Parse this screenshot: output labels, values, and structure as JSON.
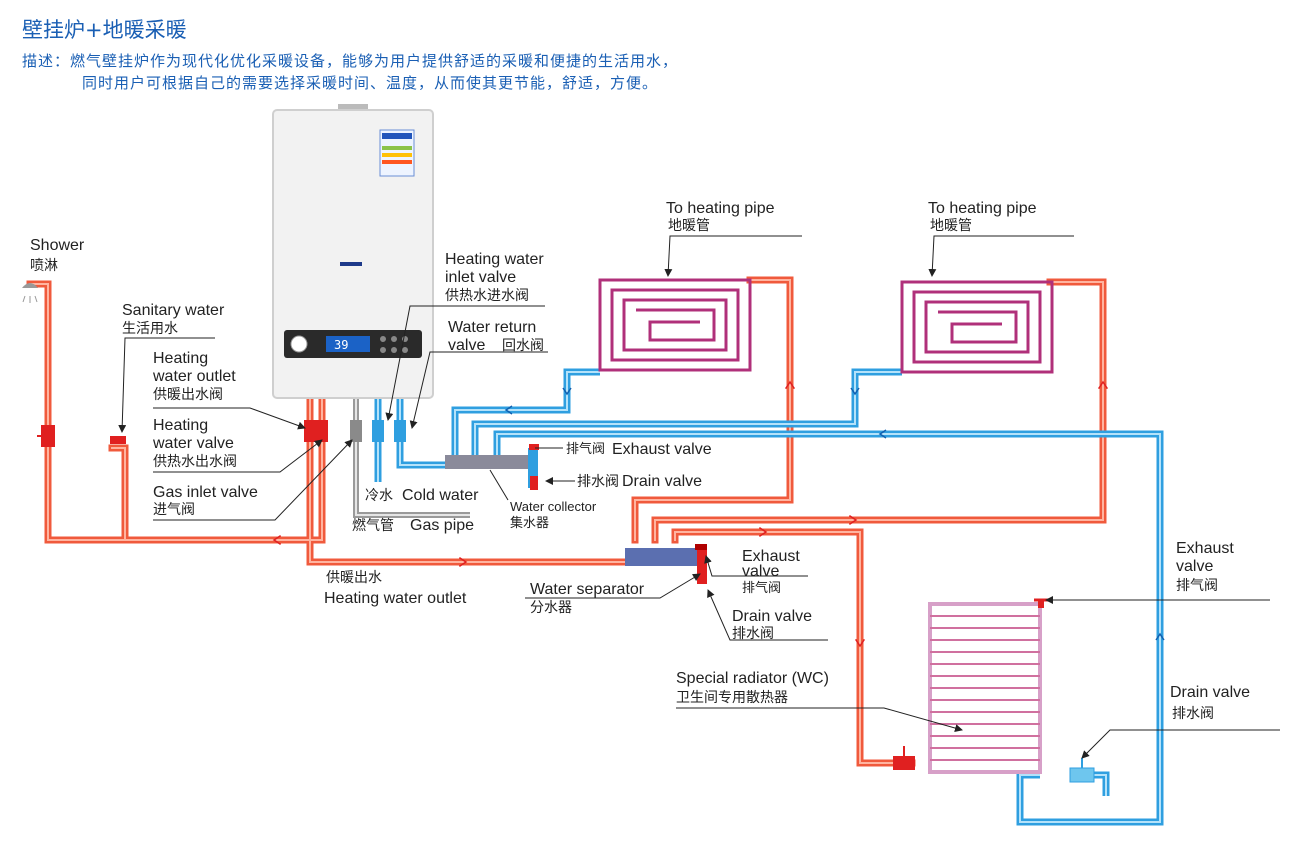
{
  "title": "壁挂炉+地暖采暖",
  "description": {
    "line1": "描述：燃气壁挂炉作为现代化优化采暖设备，能够为用户提供舒适的采暖和便捷的生活用水，",
    "line2": "同时用户可根据自己的需要选择采暖时间、温度，从而使其更节能，舒适，方便。"
  },
  "boiler": {
    "display": "39"
  },
  "labels": {
    "shower": {
      "en": "Shower",
      "zh": "喷淋"
    },
    "sanitary_water": {
      "en": "Sanitary water",
      "zh": "生活用水"
    },
    "heating_water_outlet": {
      "en1": "Heating",
      "en2": "water outlet",
      "zh": "供暖出水阀"
    },
    "heating_water_valve": {
      "en1": "Heating",
      "en2": "water valve",
      "zh": "供热水出水阀"
    },
    "gas_inlet_valve": {
      "en": "Gas inlet valve",
      "zh": "进气阀"
    },
    "heating_water_inlet_valve": {
      "en1": "Heating water",
      "en2": "inlet valve",
      "zh": "供热水进水阀"
    },
    "water_return_valve": {
      "en1": "Water return",
      "en2": "valve",
      "zh": "回水阀"
    },
    "cold_water": {
      "zh": "冷水",
      "en": "Cold water"
    },
    "gas_pipe": {
      "zh": "燃气管",
      "en": "Gas pipe"
    },
    "exhaust_valve_top": {
      "zh": "排气阀",
      "en": "Exhaust valve"
    },
    "drain_valve_top": {
      "zh": "排水阀",
      "en": "Drain valve"
    },
    "water_collector": {
      "en": "Water collector",
      "zh": "集水器"
    },
    "heating_pipe_1": {
      "en": "To heating pipe",
      "zh": "地暖管"
    },
    "heating_pipe_2": {
      "en": "To heating pipe",
      "zh": "地暖管"
    },
    "heating_outlet_bottom": {
      "zh": "供暖出水",
      "en": "Heating water outlet"
    },
    "water_separator": {
      "en": "Water separator",
      "zh": "分水器"
    },
    "exhaust_valve_mid": {
      "en1": "Exhaust",
      "en2": "valve",
      "zh": "排气阀"
    },
    "drain_valve_mid": {
      "en": "Drain valve",
      "zh": "排水阀"
    },
    "special_radiator": {
      "en": "Special radiator (WC)",
      "zh": "卫生间专用散热器"
    },
    "exhaust_valve_right": {
      "en1": "Exhaust",
      "en2": "valve",
      "zh": "排气阀"
    },
    "drain_valve_right": {
      "en": "Drain valve",
      "zh": "排水阀"
    }
  },
  "colors": {
    "hot_pipe": "#f05a3c",
    "hot_pipe_inner": "#ffb4a0",
    "cold_pipe": "#2f9fe0",
    "cold_pipe_inner": "#b4e2fa",
    "heating_coil": "#b0307a",
    "valve_red": "#e02020",
    "title_blue": "#1a5fb4"
  }
}
